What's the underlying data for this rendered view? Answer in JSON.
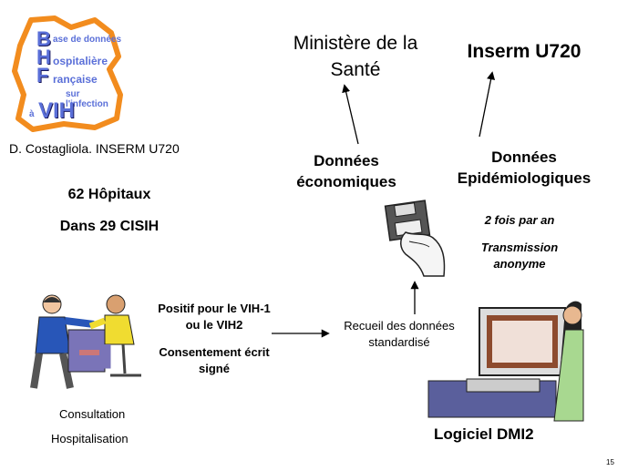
{
  "logo": {
    "letters": [
      "B",
      "H",
      "F",
      "VIH"
    ],
    "lines": [
      "ase de données",
      "ospitalière",
      "rançaise",
      "sur l'infection",
      "à"
    ],
    "colors": {
      "orange": "#f28c1e",
      "blue": "#5a6fd8",
      "dark": "#1a1a5e",
      "bg": "#ffffff"
    }
  },
  "credit": "D. Costagliola. INSERM U720",
  "hospitals": {
    "line1": "62 Hôpitaux",
    "line2": "Dans 29 CISIH"
  },
  "ministry": {
    "line1": "Ministère de la",
    "line2": "Santé"
  },
  "inserm": "Inserm U720",
  "donnees_eco": {
    "line1": "Données",
    "line2": "économiques"
  },
  "donnees_epi": {
    "line1": "Données",
    "line2": "Epidémiologiques"
  },
  "transmission": {
    "line1": "2 fois par an",
    "line2": "Transmission",
    "line3": "anonyme"
  },
  "criteria": {
    "line1": "Positif pour le VIH-1",
    "line2": "ou le VIH2",
    "line3": "Consentement écrit",
    "line4": "signé"
  },
  "recueil": {
    "line1": "Recueil des données",
    "line2": "standardisé"
  },
  "patient_care": {
    "line1": "Consultation",
    "line2": "Hospitalisation"
  },
  "software": "Logiciel DMI2",
  "page_number": "15"
}
